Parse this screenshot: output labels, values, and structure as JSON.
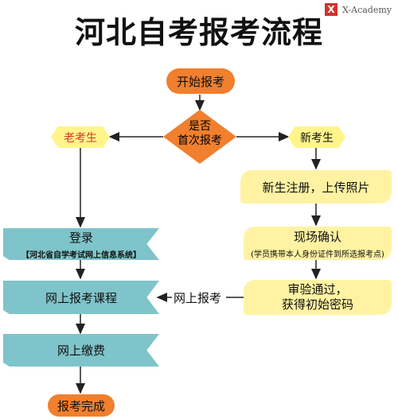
{
  "header": {
    "title": "河北自考报考流程",
    "brand": "X-Academy",
    "brand_logo": "X"
  },
  "nodes": {
    "start": "开始报考",
    "decision_line1": "是否",
    "decision_line2": "首次报考",
    "old_candidate": "老考生",
    "new_candidate": "新考生",
    "new_register": "新生注册，上传照片",
    "onsite_confirm": "现场确认",
    "onsite_confirm_note": "(学员携带本人身份证件到所选报考点)",
    "review_line1": "审验通过，",
    "review_line2": "获得初始密码",
    "login": "登录",
    "login_system": "【河北省自学考试网上信息系统】",
    "online_course": "网上报考课程",
    "online_pay": "网上缴费",
    "finish": "报考完成"
  },
  "edges": {
    "online_apply": "网上报考"
  },
  "colors": {
    "orange": "#f07f2e",
    "yellow": "#fff3a3",
    "teal": "#7fc4ca",
    "old_text": "#d23b2b"
  }
}
